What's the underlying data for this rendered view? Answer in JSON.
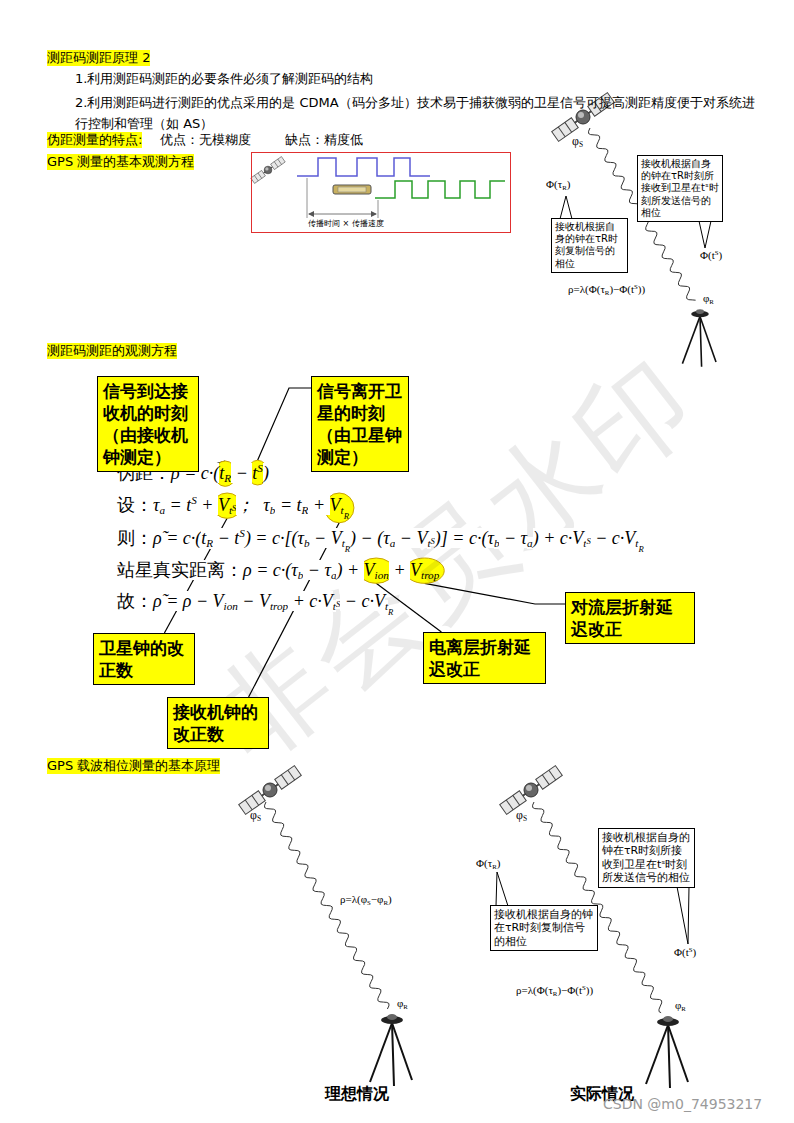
{
  "diagram": {
    "nodes": [
      {
        "text": [
          "传播时间 × 传播速度"
        ]
      },
      {
        "text": [
          "接收机根据自身的钟在τR时刻所接收到卫星在tˢ时刻所发送信号的相位"
        ]
      },
      {
        "text": [
          "接收机根据自身的钟在τR时刻复制信号的相位"
        ]
      },
      {
        "text": [
          "信号到达接收机的时刻（由接收机钟测定）"
        ]
      },
      {
        "text": [
          "信号离开卫星的时刻（由卫星钟测定）"
        ]
      },
      {
        "text": [
          "卫星钟的改正数"
        ]
      },
      {
        "text": [
          "接收机钟的改正数"
        ]
      },
      {
        "text": [
          "电离层折射延迟改正"
        ]
      },
      {
        "text": [
          "对流层折射延迟改正"
        ]
      },
      {
        "text": [
          "接收机根据自身的钟在τR时刻所接收到卫星在tˢ时刻所发送信号的相位"
        ]
      },
      {
        "text": [
          "接收机根据自身的钟在τR时刻复制信号的相位"
        ]
      }
    ],
    "labels": [
      "测距码测距原理 2",
      "1.利用测距码测距的必要条件必须了解测距码的结构",
      "2.利用测距码进行测距的优点采用的是 CDMA（码分多址）技术易于捕获微弱的卫星信号可提高测距精度便于对系统进行控制和管理（如 AS）",
      "伪距测量的特点:",
      "优点：无模糊度",
      "缺点：精度低",
      "GPS 测量的基本观测方程",
      "φ",
      "S",
      "Φ(τ",
      "R",
      ")",
      "Φ(t",
      "S",
      ")",
      "ρ=λ(Φ(τ",
      "R",
      ")−Φ(t",
      "S",
      "))",
      "φ",
      "R",
      "测距码测距的观测方程",
      "伪距：",
      "ρ̃ = c·(",
      "t",
      "R",
      " − ",
      "t",
      "S",
      ")",
      "设：",
      "τ",
      "a",
      " = ",
      "t",
      "S",
      " + ",
      "V",
      "t",
      "S",
      "；  τ",
      "b",
      " = ",
      "t",
      "R",
      " + ",
      "V",
      "t",
      "R",
      "则：",
      "ρ̃ = c·(",
      "t",
      "R",
      " − ",
      "t",
      "S",
      ") = c·[(τ",
      "b",
      " − V",
      "t",
      "R",
      ") − (τ",
      "a",
      " − V",
      "t",
      "S",
      ")] = c·(τ",
      "b",
      " − τ",
      "a",
      ") + c·V",
      "t",
      "S",
      " − c·V",
      "t",
      "R",
      "站星真实距离：",
      "ρ = c·(τ",
      "b",
      " − τ",
      "a",
      ") + ",
      "V",
      "ion",
      " + ",
      "V",
      "trop",
      "故：",
      "ρ̃ = ρ − V",
      "ion",
      " − V",
      "trop",
      " + c·V",
      "t",
      "S",
      " − c·V",
      "t",
      "R",
      "GPS 载波相位测量的基本原理",
      "φ",
      "S",
      "ρ=λ(φ",
      "S",
      "−φ",
      "R",
      ")",
      "φ",
      "R",
      "理想情况",
      "φ",
      "S",
      "Φ(τ",
      "R",
      ")",
      "Φ(t",
      "S",
      ")",
      "ρ=λ(Φ(τ",
      "R",
      ")−Φ(t",
      "S",
      "))",
      "φ",
      "R",
      "实际情况",
      "非会员水印",
      "CSDN @m0_74953217"
    ]
  }
}
